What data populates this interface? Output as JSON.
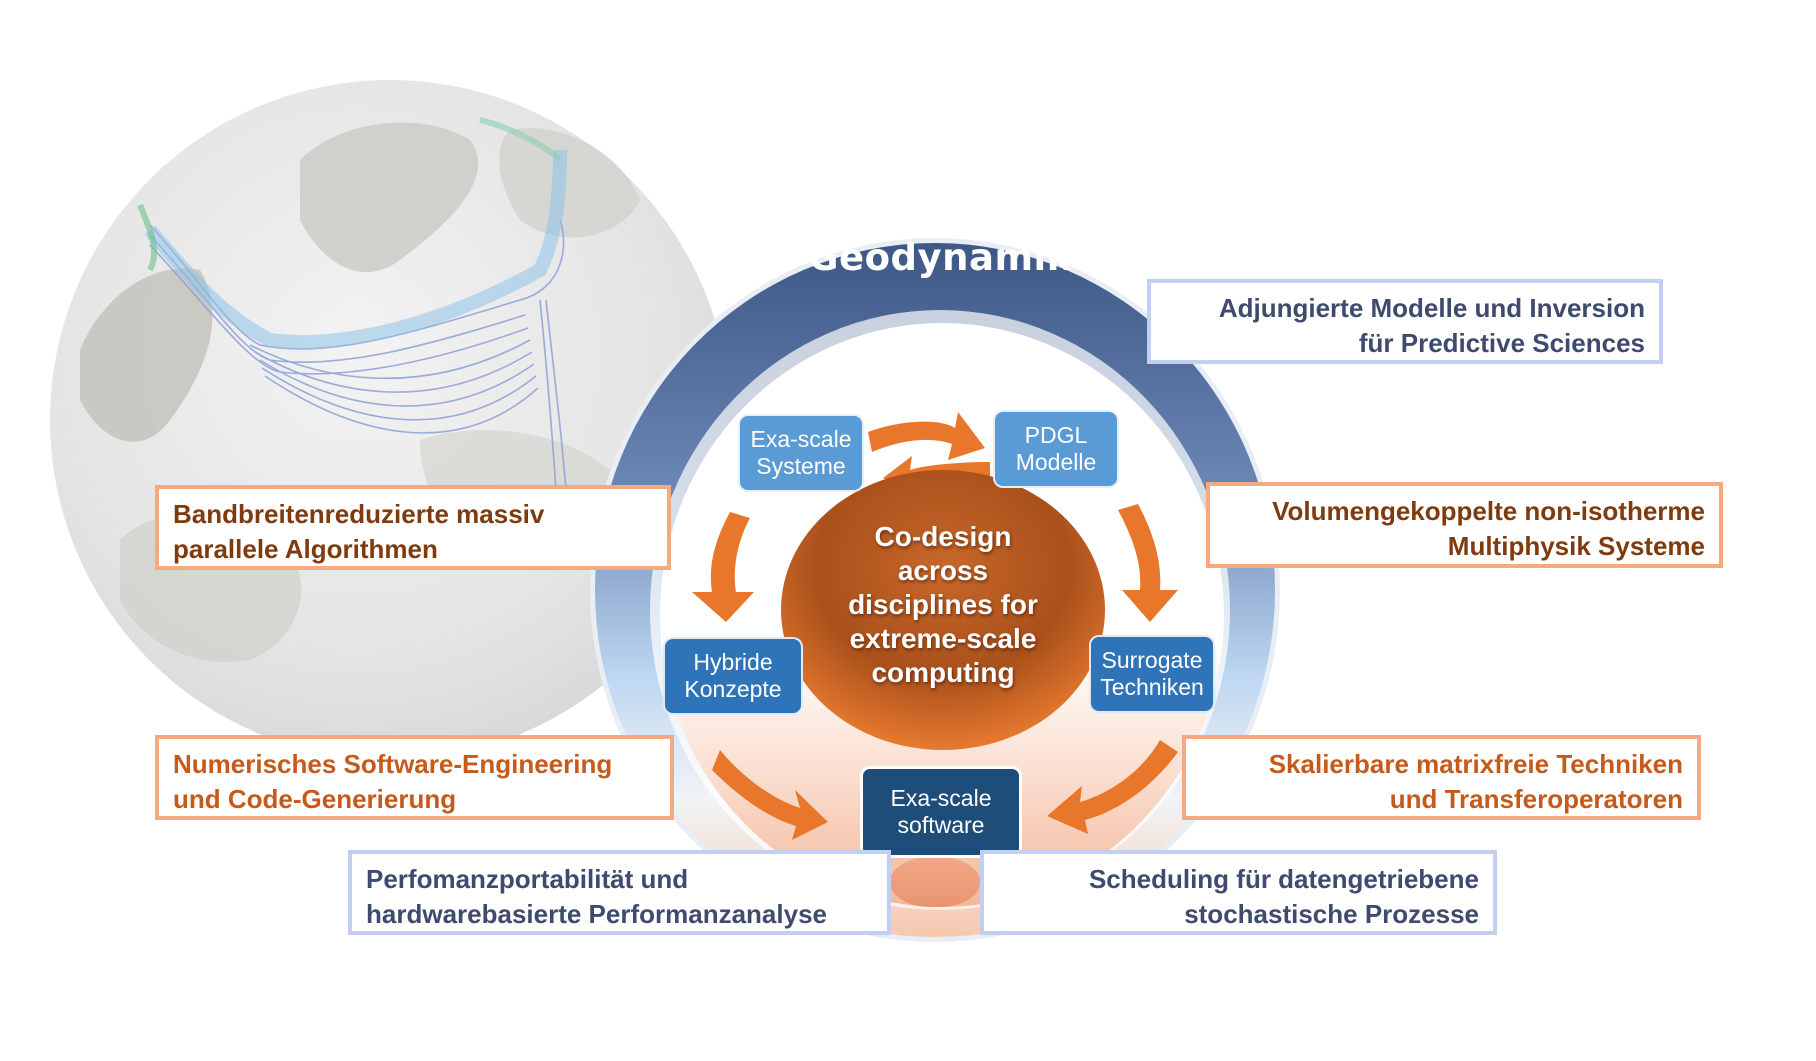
{
  "title": "Geodynamik",
  "center": {
    "lines": [
      "Co-design",
      "across",
      "disciplines for",
      "extreme-scale",
      "computing"
    ]
  },
  "nodes": {
    "exa_systeme": [
      "Exa-scale",
      "Systeme"
    ],
    "pdgl": [
      "PDGL",
      "Modelle"
    ],
    "hybride": [
      "Hybride",
      "Konzepte"
    ],
    "surrogate": [
      "Surrogate",
      "Techniken"
    ],
    "exa_software": [
      "Exa-scale",
      "software"
    ]
  },
  "topics": {
    "adjungierte": [
      "Adjungierte Modelle und Inversion",
      "für Predictive Sciences"
    ],
    "bandbreiten": [
      "Bandbreitenreduzierte massiv",
      "parallele Algorithmen"
    ],
    "volumen": [
      "Volumengekoppelte non-isotherme",
      "Multiphysik Systeme"
    ],
    "numerisches": [
      "Numerisches Software-Engineering",
      "und Code-Generierung"
    ],
    "skalierbare": [
      "Skalierbare matrixfreie Techniken",
      "und Transferoperatoren"
    ],
    "perfomanz": [
      "Perfomanzportabilität und",
      "hardwarebasierte Performanzanalyse"
    ],
    "scheduling": [
      "Scheduling für datengetriebene",
      "stochastische Prozesse"
    ]
  },
  "colors": {
    "ring_dark": "#3d5787",
    "ring_light": "#bcd6f0",
    "arrow": "#e8762b",
    "center_ellipse": "#b4561e",
    "topic_blue_border": "#c3cff0",
    "topic_orange_border": "#f2aa80",
    "text_brown": "#7f3a0e",
    "text_rust": "#c65a1a",
    "text_navy": "#3e4a6e"
  }
}
